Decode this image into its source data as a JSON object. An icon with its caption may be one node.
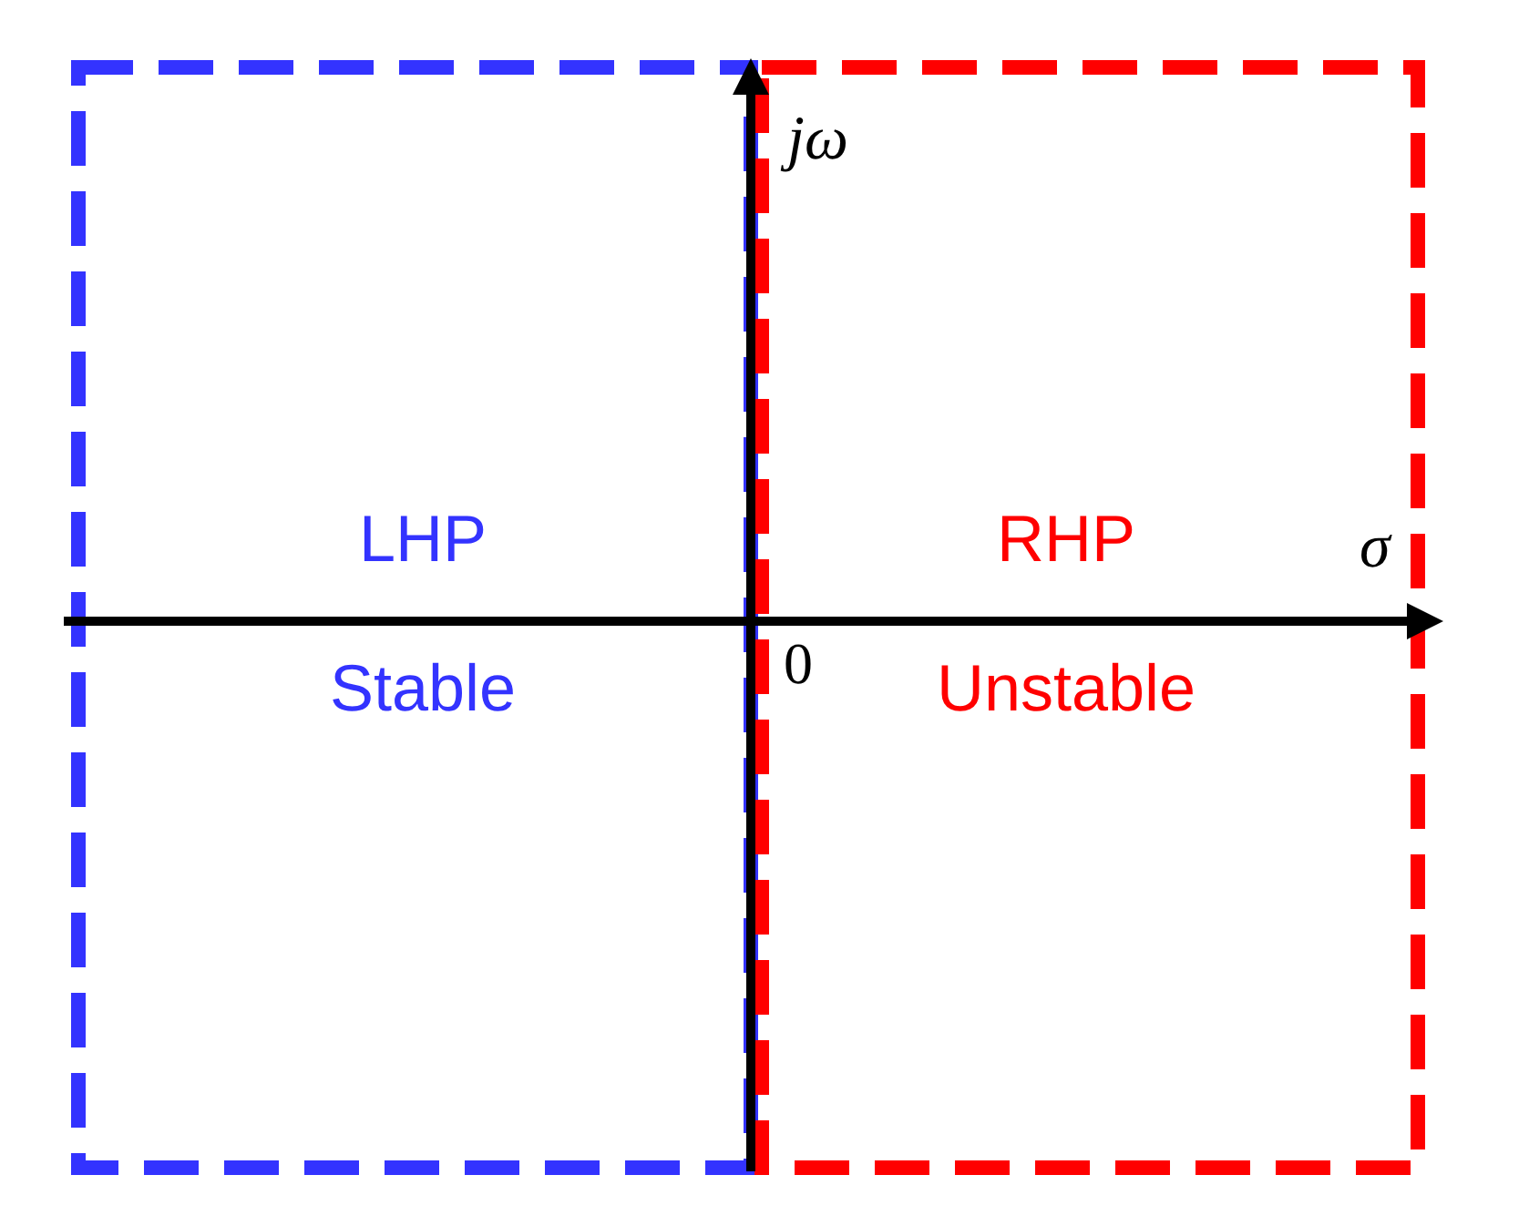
{
  "diagram": {
    "nodes": [
      {
        "text": [
          "LHP",
          "Stable"
        ]
      },
      {
        "text": [
          "RHP",
          "Unstable"
        ]
      }
    ],
    "labels": [
      "jω",
      "σ",
      "0"
    ]
  }
}
